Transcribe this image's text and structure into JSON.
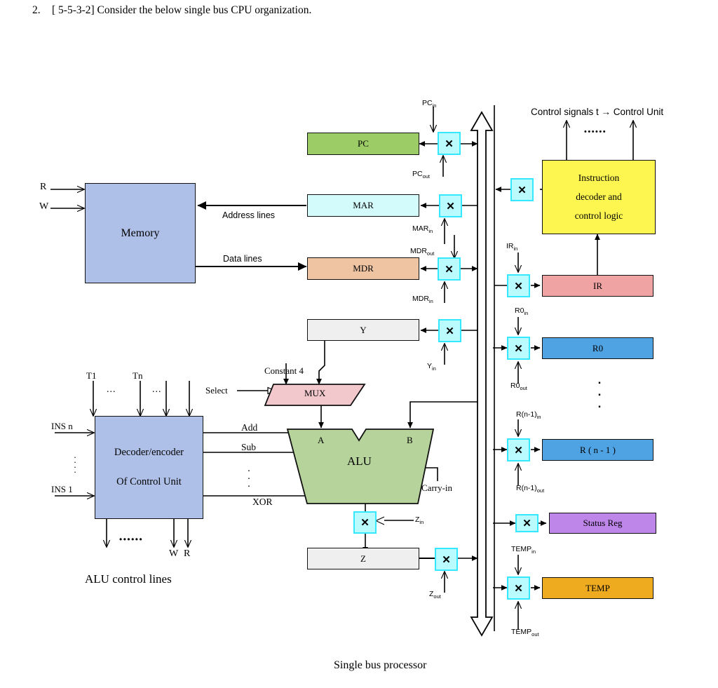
{
  "question": {
    "number": "2.",
    "text": "[ 5-5-3-2] Consider the below single bus CPU organization."
  },
  "caption": "Single bus processor",
  "blocks": {
    "memory": {
      "label": "Memory",
      "color": "#afc0e8"
    },
    "pc": {
      "label": "PC",
      "color": "#9ccc65"
    },
    "mar": {
      "label": "MAR",
      "color": "#d4fbfb"
    },
    "mdr": {
      "label": "MDR",
      "color": "#eec4a2"
    },
    "y": {
      "label": "Y",
      "color": "#efefef"
    },
    "z": {
      "label": "Z",
      "color": "#efefef"
    },
    "mux": {
      "label": "MUX",
      "color": "#f2c8cc"
    },
    "alu": {
      "label": "ALU",
      "color": "#b5d39a"
    },
    "decoder": {
      "line1": "Decoder/encoder",
      "line2": "Of Control Unit",
      "color": "#afc0e8"
    },
    "instr_decoder": {
      "line1": "Instruction",
      "line2": "decoder and",
      "line3": "control logic",
      "color": "#fdf651"
    },
    "ir": {
      "label": "IR",
      "color": "#f0a3a3"
    },
    "r0": {
      "label": "R0",
      "color": "#4fa3e3"
    },
    "rn1": {
      "label": "R ( n - 1 )",
      "color": "#4fa3e3"
    },
    "status": {
      "label": "Status Reg",
      "color": "#bf86ea"
    },
    "temp": {
      "label": "TEMP",
      "color": "#efab20"
    }
  },
  "gate_symbol": "✕",
  "signals": {
    "pc_in": {
      "name": "PC",
      "sub": "in"
    },
    "pc_out": {
      "name": "PC",
      "sub": "out"
    },
    "mar_in": {
      "name": "MAR",
      "sub": "in"
    },
    "mdr_out": {
      "name": "MDR",
      "sub": "out"
    },
    "mdr_in": {
      "name": "MDR",
      "sub": "in"
    },
    "y_in": {
      "name": "Y",
      "sub": "in"
    },
    "z_in": {
      "name": "Z",
      "sub": "in"
    },
    "z_out": {
      "name": "Z",
      "sub": "out"
    },
    "ir_in": {
      "name": "IR",
      "sub": "in"
    },
    "r0_in": {
      "name": "R0",
      "sub": "in"
    },
    "r0_out": {
      "name": "R0",
      "sub": "out"
    },
    "rn1_in": {
      "name": "R(n-1)",
      "sub": "in"
    },
    "rn1_out": {
      "name": "R(n-1)",
      "sub": "out"
    },
    "temp_in": {
      "name": "TEMP",
      "sub": "in"
    },
    "temp_out": {
      "name": "TEMP",
      "sub": "out"
    }
  },
  "texts": {
    "control_signals": "Control signals t  →  Control Unit",
    "address_lines": "Address lines",
    "data_lines": "Data lines",
    "constant4": "Constant  4",
    "select": "Select",
    "carry_in": "Carry-in",
    "alu_control_lines": "ALU control lines",
    "port_a": "A",
    "port_b": "B",
    "mem_r": "R",
    "mem_w": "W",
    "dec_w": "W",
    "dec_r": "R",
    "t1": "T1",
    "tn": "Tn",
    "ins_n": "INS n",
    "ins_1": "INS 1",
    "op_add": "Add",
    "op_sub": "Sub",
    "op_xor": "XOR",
    "dots_h": "......",
    "dots_small": "...",
    "dots_mid": "••••••"
  }
}
